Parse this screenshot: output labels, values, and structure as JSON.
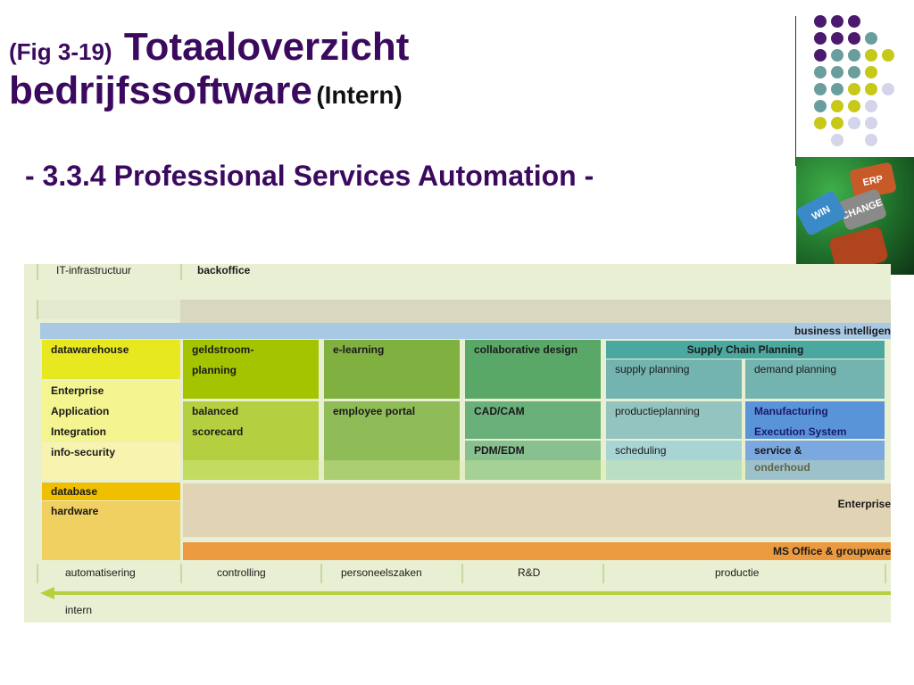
{
  "slide": {
    "fig_label": "(Fig 3-19)",
    "title_line1": "Totaaloverzicht",
    "title_line2": "bedrijfssoftware",
    "title_suffix": "(Intern)",
    "subtitle": "- 3.3.4 Professional Services Automation -"
  },
  "photo": {
    "tiles": [
      "ERP",
      "CHANGE",
      "WIN"
    ]
  },
  "diagram": {
    "top_labels": [
      "IT-infrastructuur",
      "backoffice"
    ],
    "band_bi": "business intelligen",
    "left_column": {
      "datawarehouse": "datawarehouse",
      "eai_lines": [
        "Enterprise",
        "Application",
        "Integration"
      ],
      "info_security": "info-security",
      "database": "database",
      "hardware": "hardware"
    },
    "grid": {
      "geldstroom_lines": [
        "geldstroom-",
        "planning"
      ],
      "balanced_lines": [
        "balanced",
        "scorecard"
      ],
      "elearning": "e-learning",
      "employee_portal": "employee portal",
      "collaborative_design": "collaborative design",
      "cad_cam": "CAD/CAM",
      "pdm_edm": "PDM/EDM",
      "supply_chain_planning": "Supply Chain Planning",
      "supply_planning": "supply planning",
      "demand_planning": "demand planning",
      "productieplanning": "productieplanning",
      "mes_lines": [
        "Manufacturing",
        "Execution System"
      ],
      "scheduling": "scheduling",
      "service_lines": [
        "service &",
        "onderhoud"
      ]
    },
    "band_enterprise": "Enterprise",
    "band_office": "MS Office & groupware",
    "departments": [
      "automatisering",
      "controlling",
      "personeelszaken",
      "R&D",
      "productie"
    ],
    "bottom_label": "intern"
  }
}
